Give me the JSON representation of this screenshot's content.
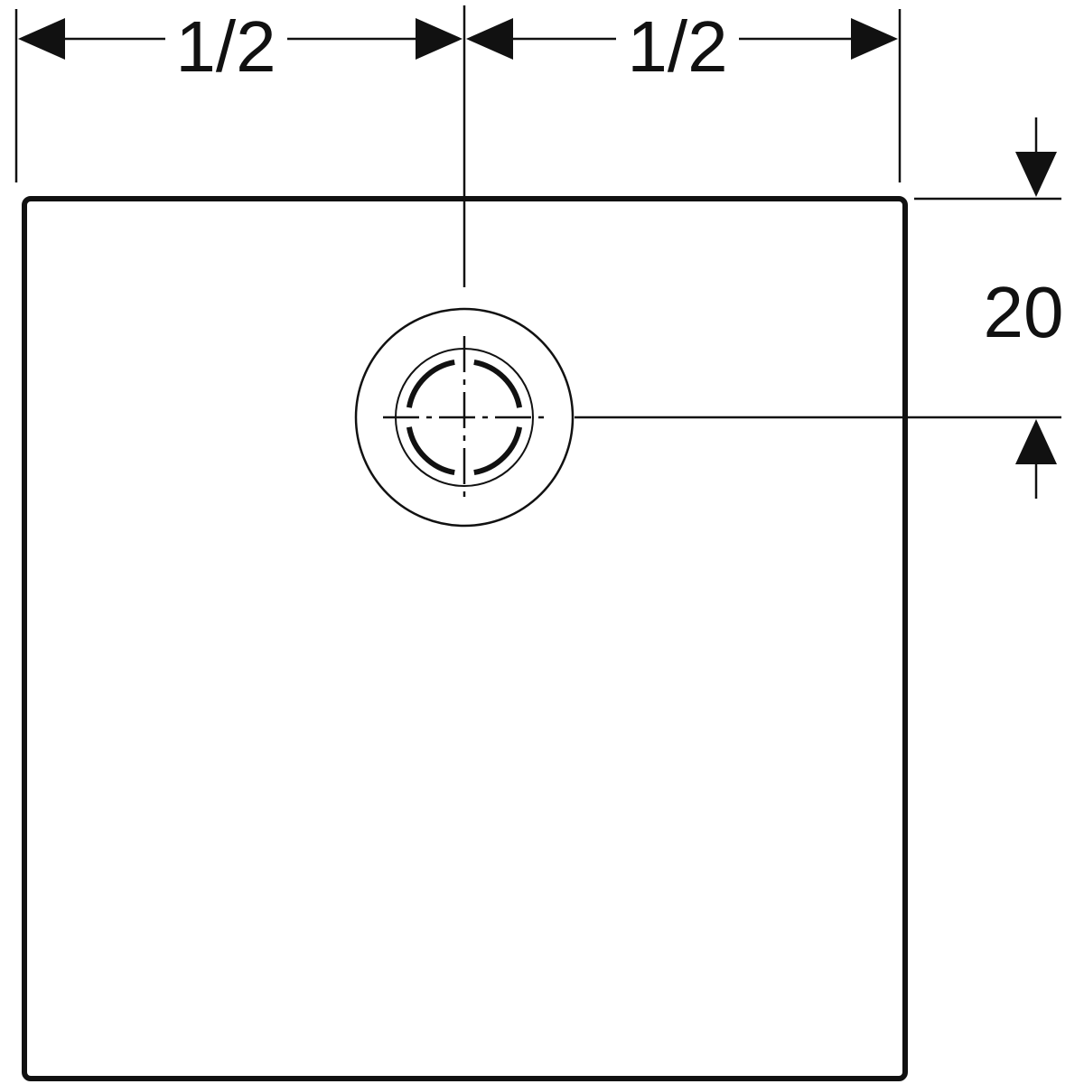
{
  "diagram": {
    "dimensions": {
      "left_half": "1/2",
      "right_half": "1/2",
      "drain_offset": "20"
    },
    "colors": {
      "line": "#111111",
      "background": "#ffffff"
    },
    "icons": {
      "drain": "drain-outlet-icon"
    }
  }
}
